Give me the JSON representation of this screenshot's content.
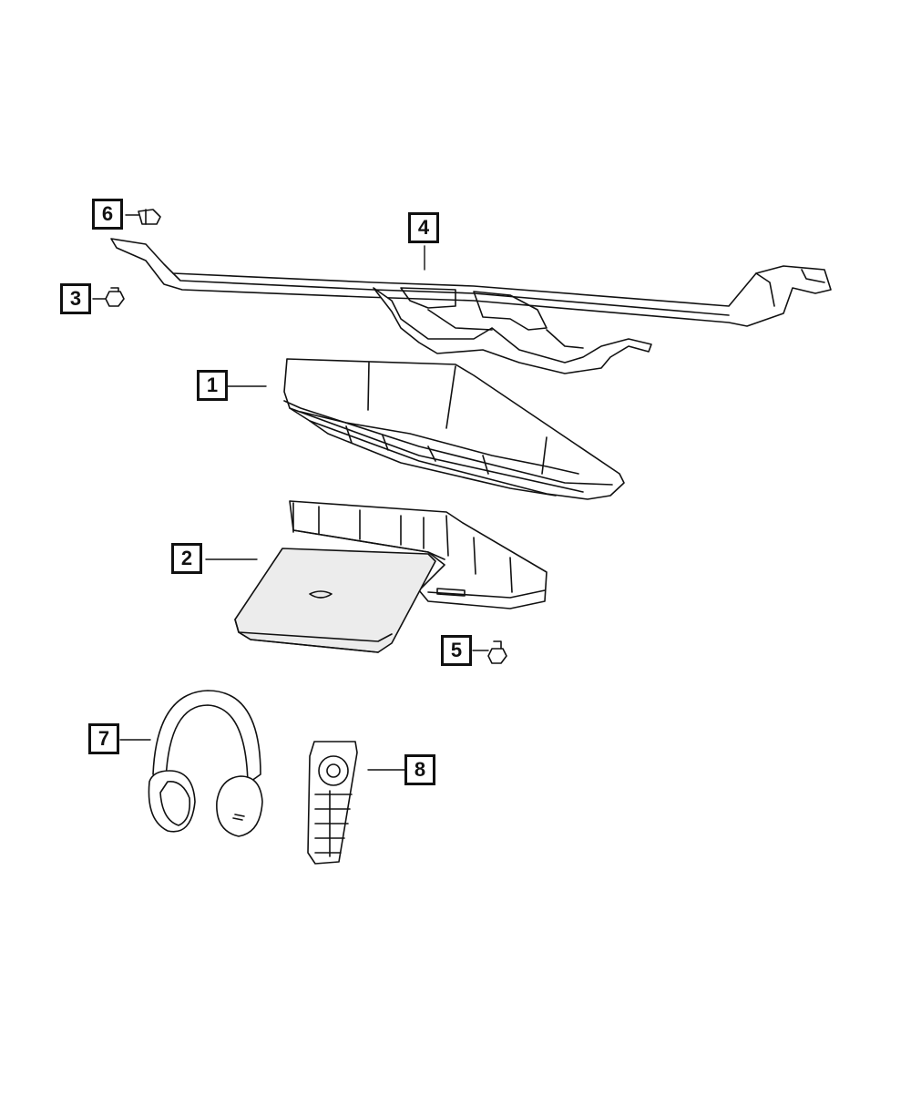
{
  "diagram": {
    "callouts": [
      {
        "id": "callout-1",
        "label": "1"
      },
      {
        "id": "callout-2",
        "label": "2"
      },
      {
        "id": "callout-3",
        "label": "3"
      },
      {
        "id": "callout-4",
        "label": "4"
      },
      {
        "id": "callout-5",
        "label": "5"
      },
      {
        "id": "callout-6",
        "label": "6"
      },
      {
        "id": "callout-7",
        "label": "7"
      },
      {
        "id": "callout-8",
        "label": "8"
      }
    ],
    "colors": {
      "line": "#111111",
      "fill": "#ffffff",
      "shade": "#d9d9d9"
    }
  }
}
